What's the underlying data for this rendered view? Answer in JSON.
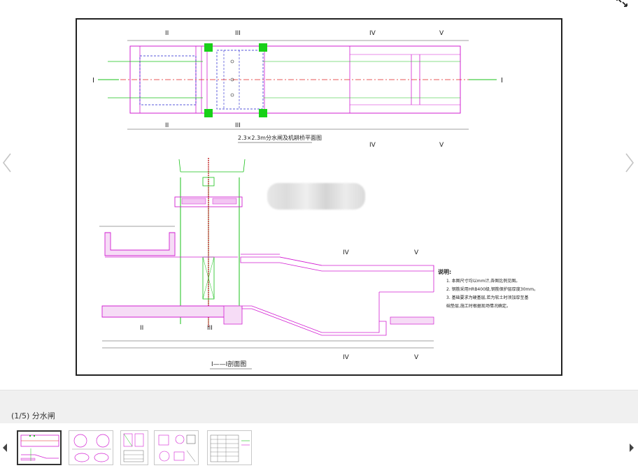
{
  "viewer": {
    "caption_index": "(1/5)",
    "caption_title": "分水闸",
    "thumbnail_count": 5,
    "active_thumbnail": 1
  },
  "drawing": {
    "plan_title": "2.3×2.3m分水闸及机耕桥平面图",
    "section_title": "I——I剖面图",
    "notes_heading": "说明:",
    "notes": [
      "1. 本图尺寸均以mm计,各图比例见图。",
      "2. 钢筋采用HRB400级,钢筋保护层厚度30mm。",
      "3. 基础要求为硬基层,若为软土时须加厚至基",
      "   础垫层,施工时根据现场情况确定。"
    ],
    "section_marks": {
      "I": "I",
      "II": "II",
      "III": "III",
      "IV": "IV",
      "V": "V"
    }
  },
  "icons": {
    "expand": "expand-icon",
    "prev": "chevron-left-icon",
    "next": "chevron-right-icon"
  },
  "colors": {
    "magenta": "#d21fd2",
    "green": "#18c018",
    "red": "#e02020",
    "blue": "#2020d0",
    "frame": "#222222"
  }
}
